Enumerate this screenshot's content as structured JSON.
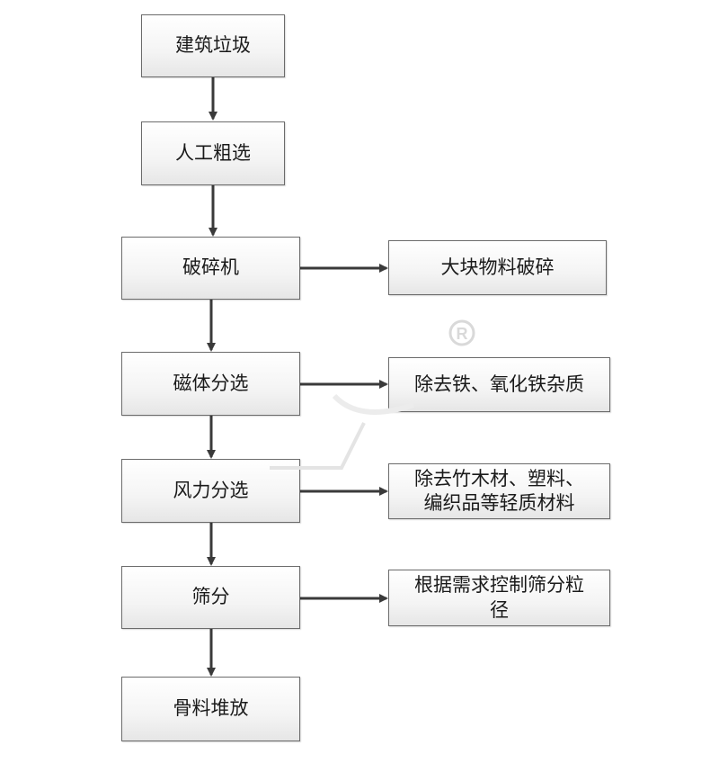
{
  "process_steps": [
    {
      "id": "s1",
      "label": "建筑垃圾"
    },
    {
      "id": "s2",
      "label": "人工粗选"
    },
    {
      "id": "s3",
      "label": "破碎机"
    },
    {
      "id": "s4",
      "label": "磁体分选"
    },
    {
      "id": "s5",
      "label": "风力分选"
    },
    {
      "id": "s6",
      "label": "筛分"
    },
    {
      "id": "s7",
      "label": "骨料堆放"
    }
  ],
  "side_notes": [
    {
      "id": "n1",
      "from": "s3",
      "lines": [
        "大块物料破碎"
      ]
    },
    {
      "id": "n2",
      "from": "s4",
      "lines": [
        "除去铁、氧化铁杂质"
      ]
    },
    {
      "id": "n3",
      "from": "s5",
      "lines": [
        "除去竹木材、塑料、",
        "编织品等轻质材料"
      ]
    },
    {
      "id": "n4",
      "from": "s6",
      "lines": [
        "根据需求控制筛分粒",
        "径"
      ]
    }
  ],
  "watermark": {
    "glyph": "R"
  },
  "colors": {
    "arrow": "#3a3a3a",
    "border": "#6b6b6b",
    "watermark": "#d9d9d9"
  }
}
